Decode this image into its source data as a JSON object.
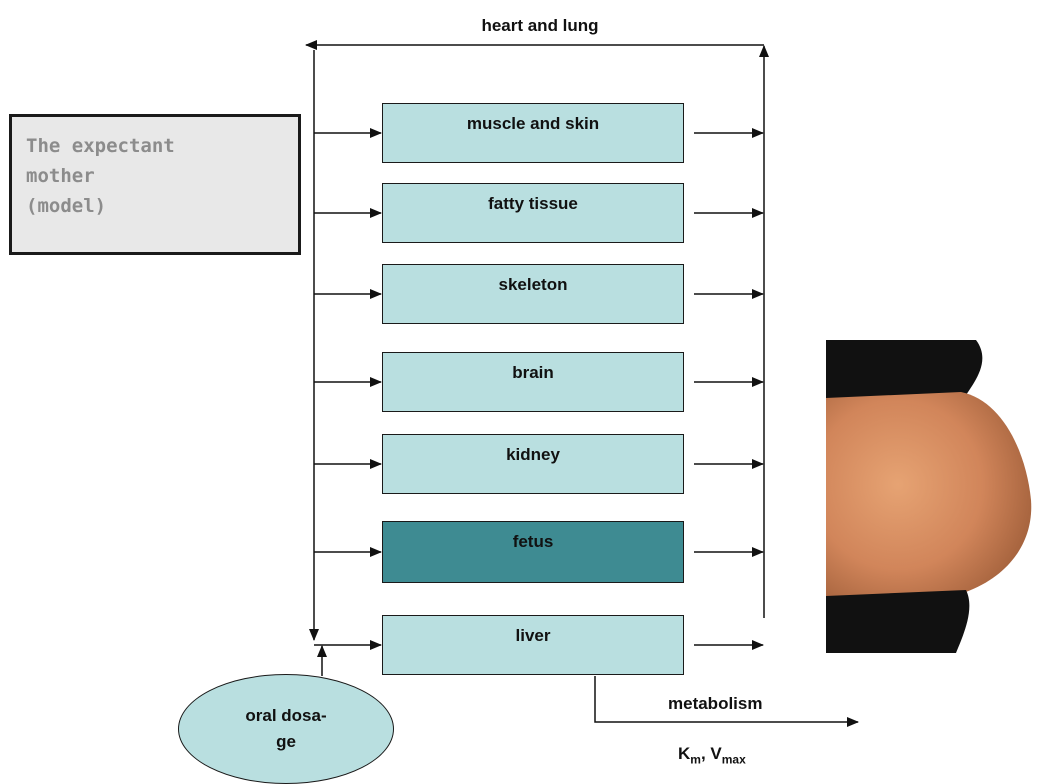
{
  "top_label": "heart and lung",
  "model_box": {
    "lines": [
      "The expectant",
      "mother",
      "(model)"
    ]
  },
  "organs": [
    "muscle and skin",
    "fatty tissue",
    "skeleton",
    "brain",
    "kidney",
    "fetus",
    "liver"
  ],
  "oral_dosage": {
    "line1": "oral dosa-",
    "line2": "ge"
  },
  "metabolism_label": "metabolism",
  "kinetics": {
    "k": "K",
    "k_sub": "m",
    "sep": ", V",
    "v_sub": "max"
  },
  "photo": {
    "subject": "pregnant belly profile"
  },
  "colors": {
    "organ_fill": "#b9dfe0",
    "fetus_fill": "#3e8b92",
    "model_fill": "#e8e8e8"
  }
}
